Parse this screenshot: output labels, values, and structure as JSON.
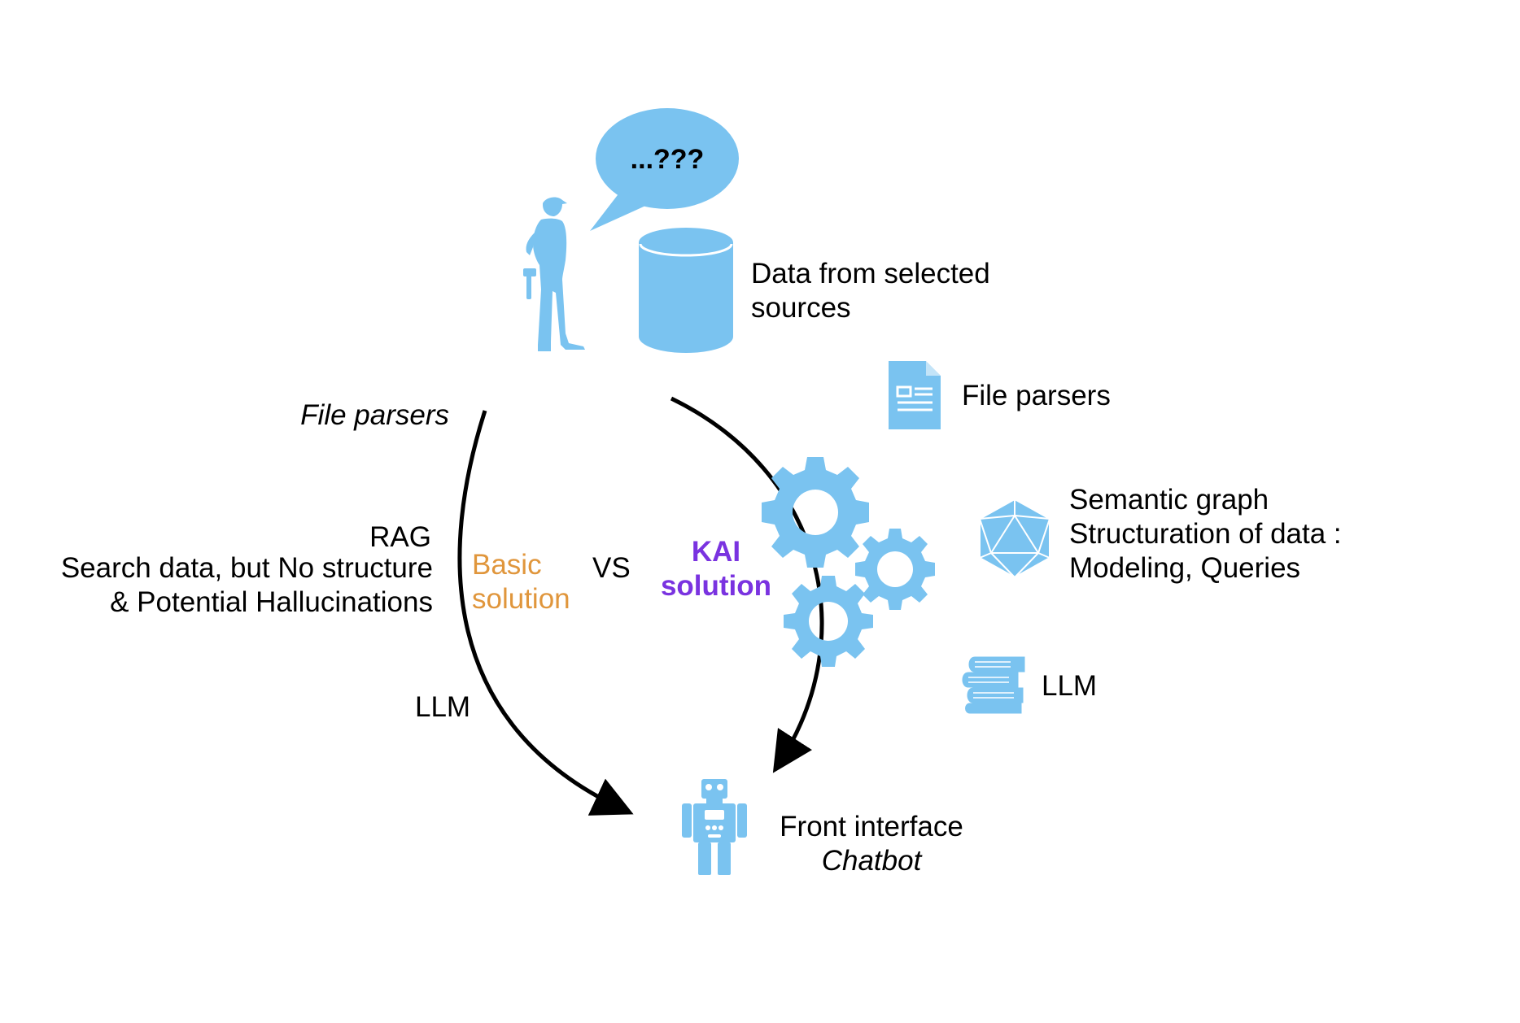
{
  "colors": {
    "icon_blue": "#7ac3f0",
    "arrow": "#000000",
    "basic_orange": "#e0963c",
    "kai_purple": "#7a33e0"
  },
  "speech_bubble": {
    "text": "...???"
  },
  "data_source": {
    "line1": "Data from selected",
    "line2": "sources"
  },
  "left_path": {
    "file_parsers": "File parsers",
    "rag_line1": "RAG",
    "rag_line2": "Search data, but No structure",
    "rag_line3": "& Potential Hallucinations",
    "llm": "LLM"
  },
  "basic": {
    "line1": "Basic",
    "line2": "solution"
  },
  "vs": "VS",
  "kai": {
    "line1": "KAI",
    "line2": "solution"
  },
  "right_path": {
    "file_parsers": "File parsers",
    "semantic_line1": "Semantic graph",
    "semantic_line2": "Structuration of data :",
    "semantic_line3": "Modeling, Queries",
    "llm": "LLM"
  },
  "front": {
    "line1": "Front interface",
    "line2": "Chatbot"
  },
  "icons": [
    "worker-icon",
    "speech-bubble-icon",
    "database-icon",
    "document-icon",
    "gears-icon",
    "icosahedron-icon",
    "books-icon",
    "robot-icon"
  ]
}
